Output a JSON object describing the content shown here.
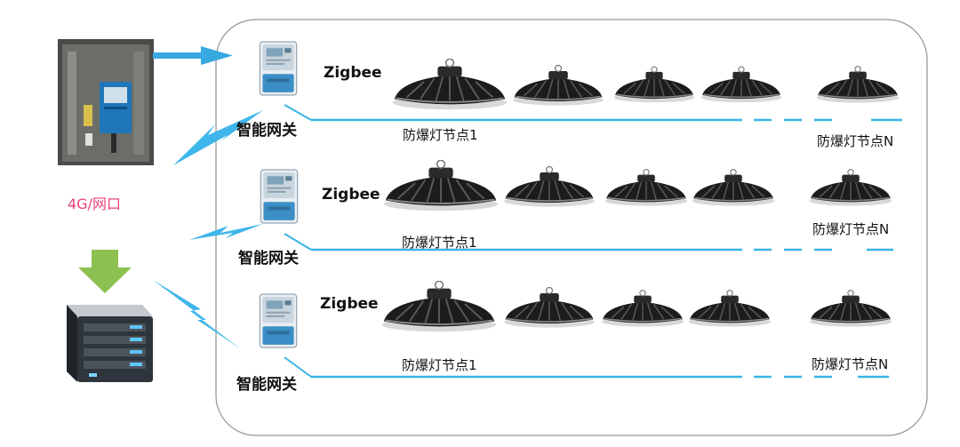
{
  "network_label": "4G/网口",
  "rows": [
    {
      "gateway_label": "智能网关",
      "protocol_label": "Zigbee",
      "node_first_label": "防爆灯节点1",
      "node_last_label": "防爆灯节点N"
    },
    {
      "gateway_label": "智能网关",
      "protocol_label": "Zigbee",
      "node_first_label": "防爆灯节点1",
      "node_last_label": "防爆灯节点N"
    },
    {
      "gateway_label": "智能网关",
      "protocol_label": "Zigbee",
      "node_first_label": "防爆灯节点1",
      "node_last_label": "防爆灯节点N"
    }
  ],
  "colors": {
    "link_blue": "#3ab3e6",
    "arrow_blue": "#37a9e1",
    "bolt_blue": "#3fb6ea",
    "download_green": "#8cc152",
    "frame_gray": "#9a9a9a",
    "net_label_pink": "#e8407a"
  },
  "icons": [
    "cabinet-photo",
    "gateway-device-icon",
    "explosion-proof-lamp-icon",
    "server-icon",
    "lightning-bolt-icon",
    "arrow-right-icon",
    "arrow-down-icon"
  ]
}
